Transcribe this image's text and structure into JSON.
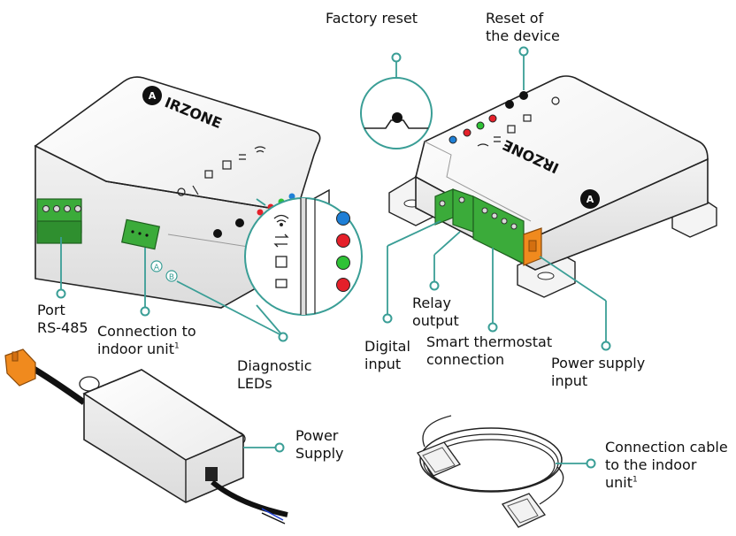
{
  "brand": {
    "name": "IRZONE",
    "logo_letter": "A"
  },
  "colors": {
    "callout": "#3a9e96",
    "terminal": "#3bab3a",
    "power_terminal": "#f08a1e",
    "led_blue": "#1e7fd6",
    "led_red": "#e5202a",
    "led_green": "#2fc236"
  },
  "labels": {
    "factory_reset": "Factory reset",
    "reset_device_1": "Reset of",
    "reset_device_2": "the device",
    "port_1": "Port",
    "port_2": "RS-485",
    "indoor_conn_1": "Connection to",
    "indoor_conn_2": "indoor unit",
    "indoor_conn_sup": "1",
    "diag_1": "Diagnostic",
    "diag_2": "LEDs",
    "relay_1": "Relay",
    "relay_2": "output",
    "digital_1": "Digital",
    "digital_2": "input",
    "smart_1": "Smart thermostat",
    "smart_2": "connection",
    "psu_input_1": "Power supply",
    "psu_input_2": "input",
    "power_1": "Power",
    "power_2": "Supply",
    "cable_1": "Connection cable",
    "cable_2": "to the indoor",
    "cable_3": "unit",
    "cable_sup": "1"
  },
  "pin_markers": [
    "A",
    "B"
  ],
  "diagnostic_leds": [
    {
      "icon": "wifi-icon",
      "color": "#1e7fd6"
    },
    {
      "icon": "transfer-arrows-icon",
      "color": "#e5202a"
    },
    {
      "icon": "chip-icon",
      "color": "#2fc236"
    },
    {
      "icon": "battery-icon",
      "color": "#e5202a"
    }
  ]
}
